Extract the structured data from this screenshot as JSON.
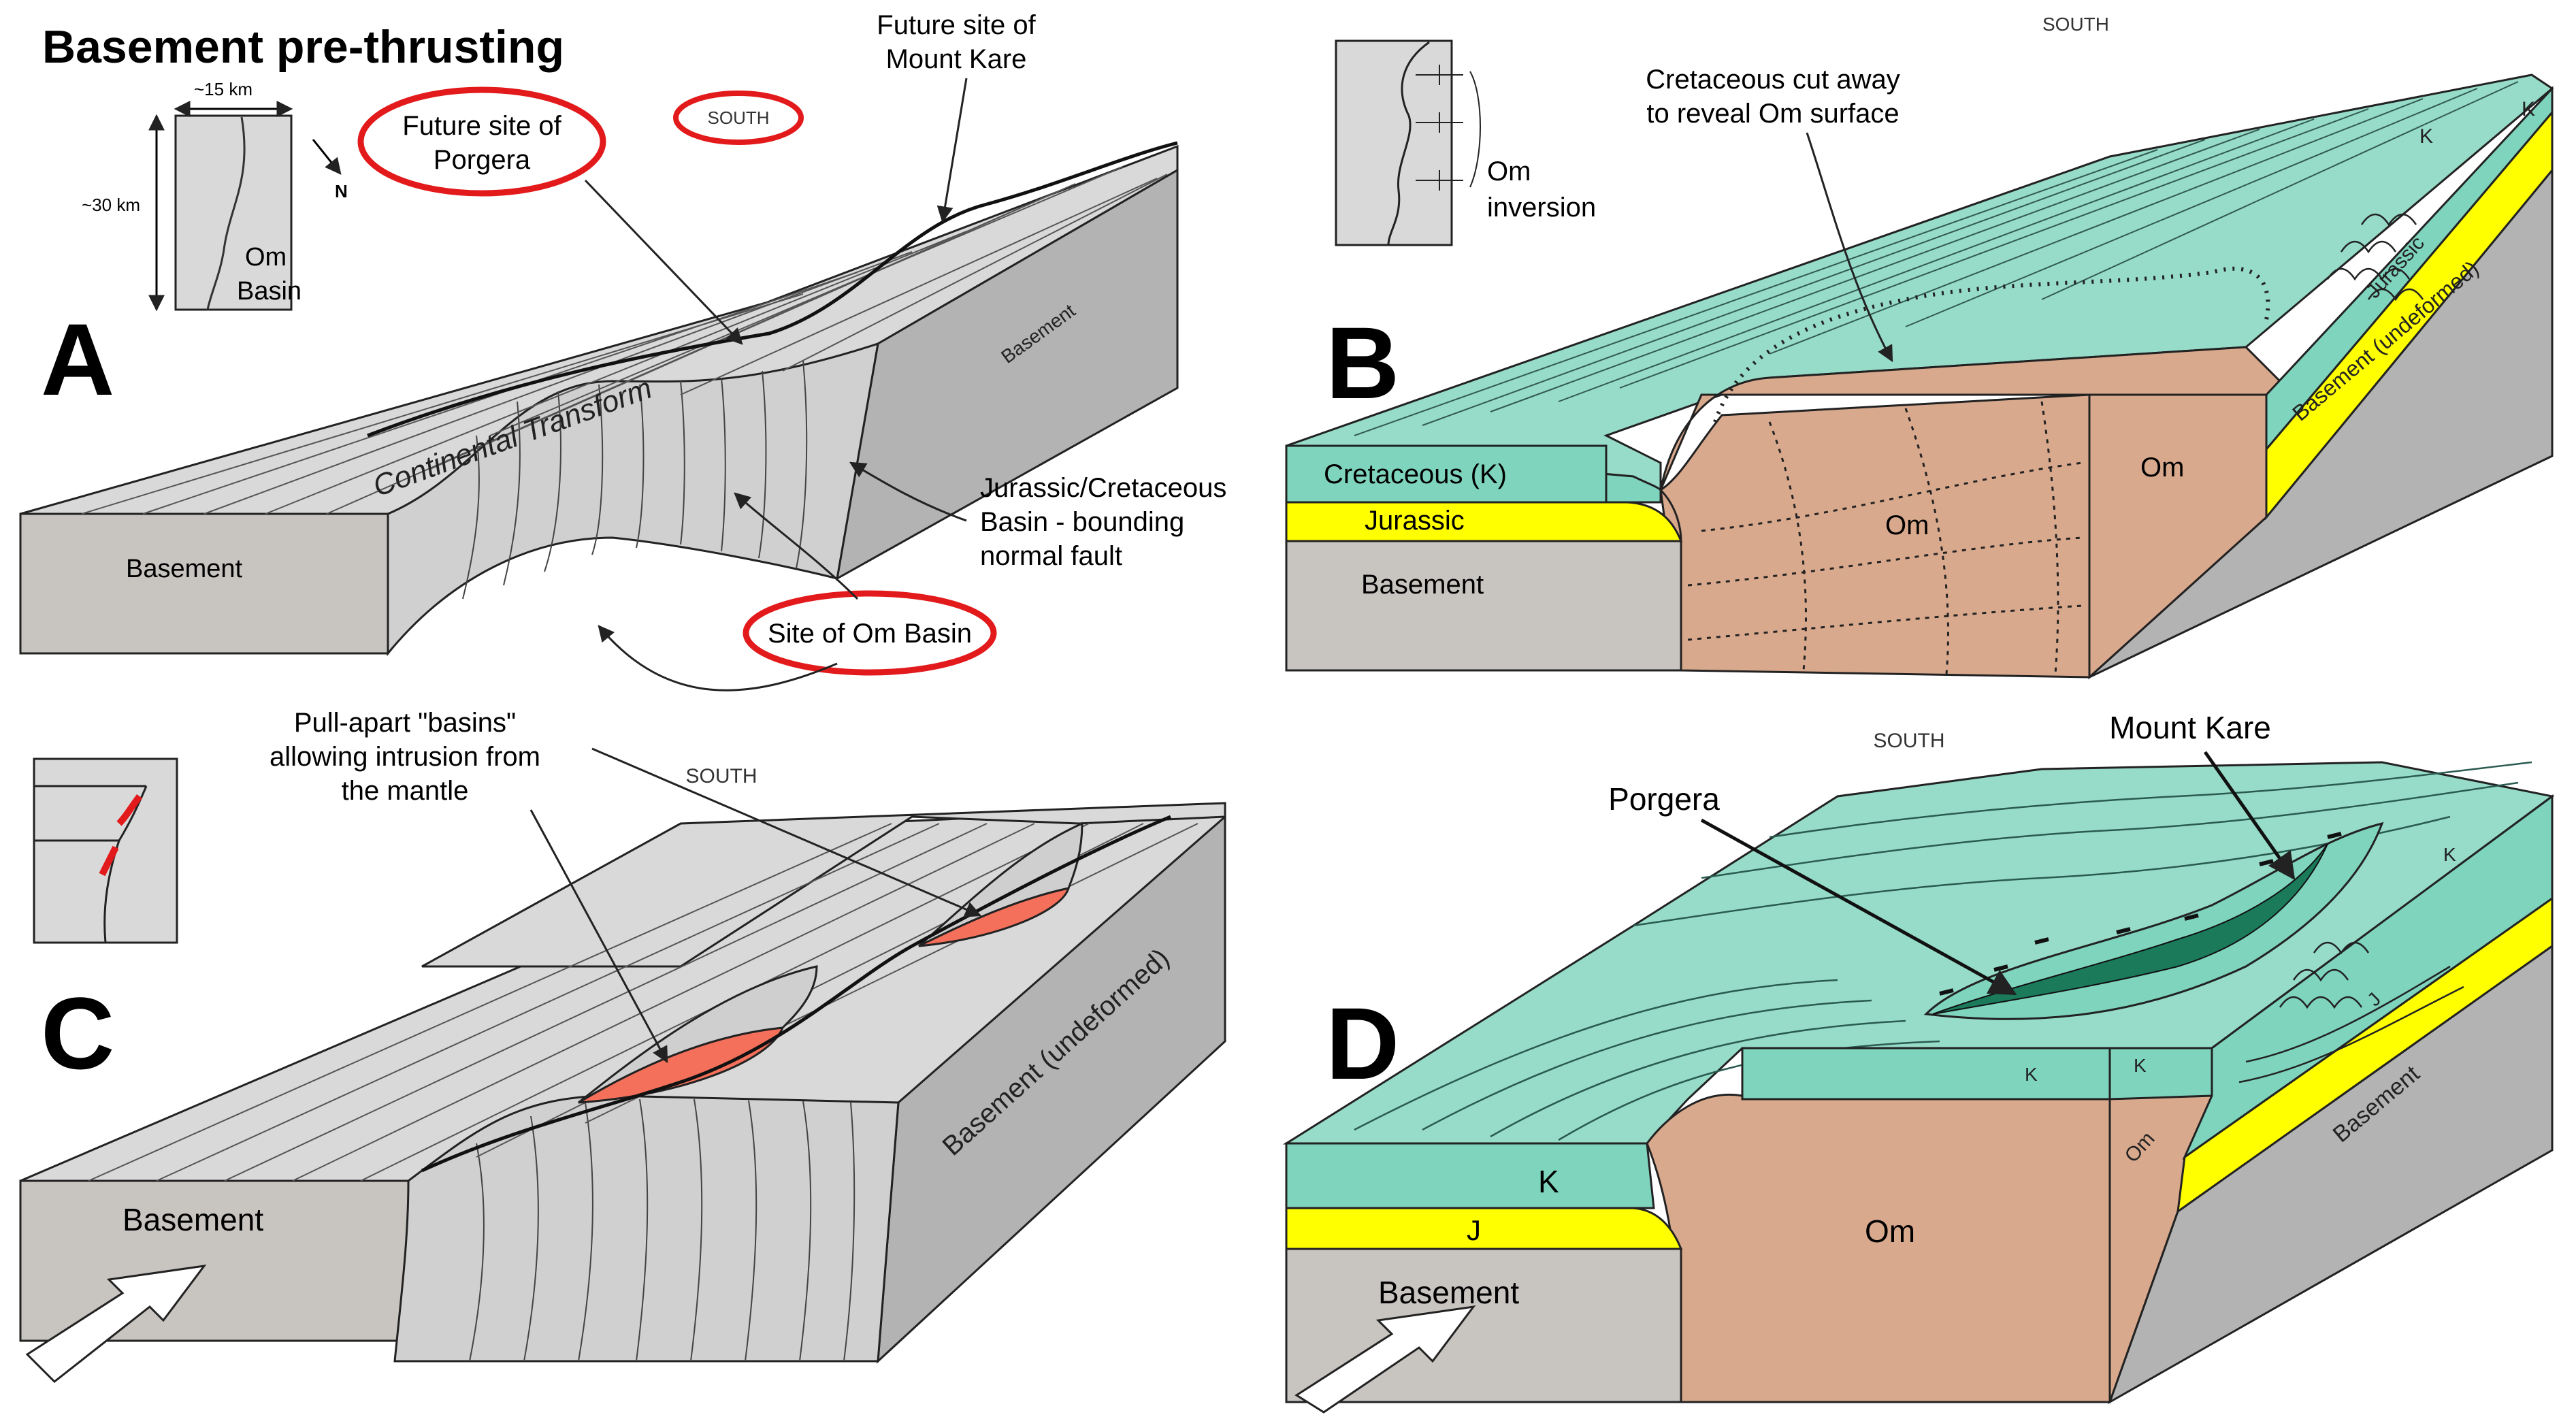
{
  "colors": {
    "basement_top": "#d9d9d9",
    "basement_side": "#c8c4c0",
    "basement_end": "#b3b3b3",
    "cretaceous": "#7ed4bd",
    "cretaceous_top": "#96dcc8",
    "jurassic": "#ffff00",
    "om": "#d9a98d",
    "intrusion": "#f5705a",
    "highlight": "#e31a1c",
    "dark_green": "#1a7a5a",
    "line": "#222222"
  },
  "title": "Basement pre-thrusting",
  "panelA": {
    "letter": "A",
    "inset": {
      "width_label": "~15 km",
      "height_label": "~30 km",
      "north_label": "N",
      "basin_line1": "Om",
      "basin_line2": "Basin"
    },
    "south": "SOUTH",
    "porgera_line1": "Future site of",
    "porgera_line2": "Porgera",
    "kare_line1": "Future site of",
    "kare_line2": "Mount Kare",
    "transform": "Continental Transform",
    "basement_front": "Basement",
    "basement_side": "Basement",
    "fault_line1": "Jurassic/Cretaceous",
    "fault_line2": "Basin - bounding",
    "fault_line3": "normal fault",
    "om_site": "Site of Om Basin"
  },
  "panelB": {
    "letter": "B",
    "south": "SOUTH",
    "inset_line1": "Om",
    "inset_line2": "inversion",
    "cut_line1": "Cretaceous cut away",
    "cut_line2": "to reveal Om surface",
    "cretaceous": "Cretaceous (K)",
    "jurassic": "Jurassic",
    "basement": "Basement",
    "om_center": "Om",
    "om_right": "Om",
    "k1": "K",
    "k2": "K",
    "jurassic_side": "Jurassic",
    "basement_side": "Basement (undeformed)"
  },
  "panelC": {
    "letter": "C",
    "pull_line1": "Pull-apart \"basins\"",
    "pull_line2": "allowing intrusion from",
    "pull_line3": "the mantle",
    "south": "SOUTH",
    "basement_front": "Basement",
    "basement_side": "Basement (undeformed)"
  },
  "panelD": {
    "letter": "D",
    "south": "SOUTH",
    "kare": "Mount Kare",
    "porgera": "Porgera",
    "k_front": "K",
    "j_front": "J",
    "basement": "Basement",
    "om": "Om",
    "k_small1": "K",
    "k_small2": "K",
    "k_small3": "K",
    "om_side": "Om",
    "j_side": "J",
    "basement_side": "Basement"
  }
}
